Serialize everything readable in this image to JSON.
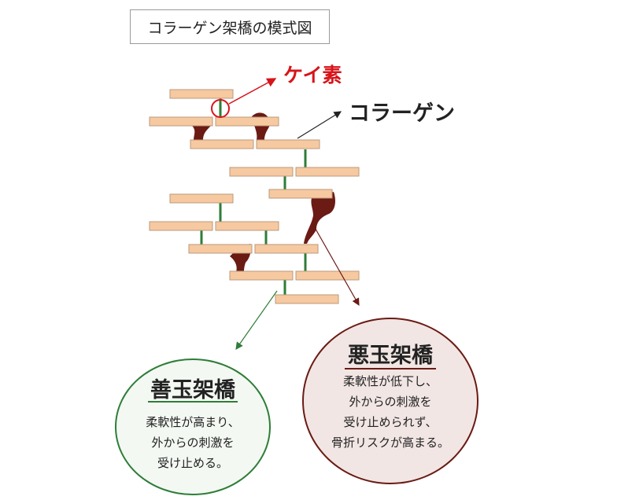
{
  "title": "コラーゲン架橋の模式図",
  "labels": {
    "silicon": "ケイ素",
    "collagen": "コラーゲン"
  },
  "good_crosslink": {
    "heading": "善玉架橋",
    "lines": [
      "柔軟性が高まり、",
      "外からの刺激を",
      "受け止める。"
    ]
  },
  "bad_crosslink": {
    "heading": "悪玉架橋",
    "lines": [
      "柔軟性が低下し、",
      "外からの刺激を",
      "受け止められず、",
      "骨折リスクが高まる。"
    ]
  },
  "colors": {
    "collagen_fiber": "#f7c9a0",
    "good_link": "#2e7d38",
    "bad_link": "#6b1a14",
    "silicon_accent": "#d7141a"
  }
}
